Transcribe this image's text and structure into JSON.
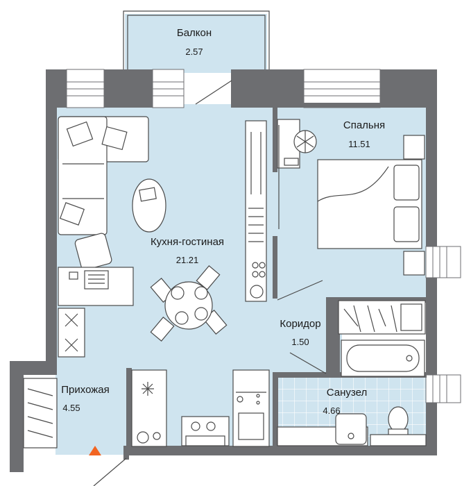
{
  "rooms": [
    {
      "id": "balcony",
      "name": "Балкон",
      "area": "2.57"
    },
    {
      "id": "bedroom",
      "name": "Спальня",
      "area": "11.51"
    },
    {
      "id": "kitchen-living",
      "name": "Кухня-гостиная",
      "area": "21.21"
    },
    {
      "id": "corridor",
      "name": "Коридор",
      "area": "1.50"
    },
    {
      "id": "hallway",
      "name": "Прихожая",
      "area": "4.55"
    },
    {
      "id": "bathroom",
      "name": "Санузел",
      "area": "4.66"
    }
  ],
  "colors": {
    "floor": "#cfe4ef",
    "wall": "#6d6e71",
    "tile_grid": "#ffffff",
    "entrance_marker": "#f26522"
  }
}
